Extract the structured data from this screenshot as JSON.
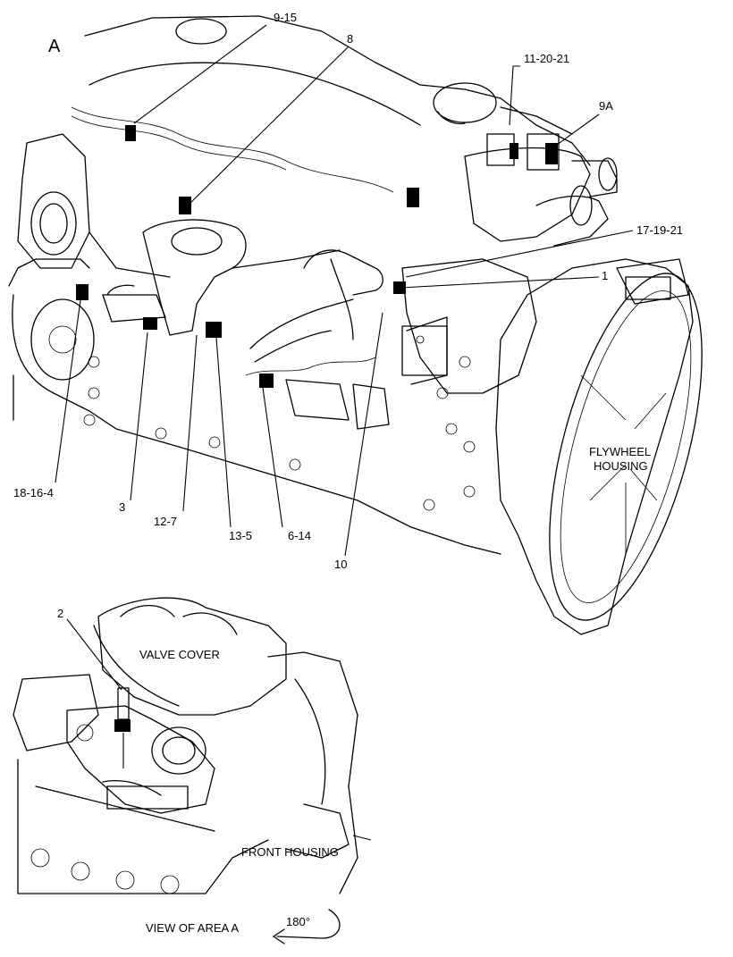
{
  "view_marker": "A",
  "callouts": [
    {
      "id": "c-9-15",
      "text": "9-15"
    },
    {
      "id": "c-8",
      "text": "8"
    },
    {
      "id": "c-11-20-21",
      "text": "11-20-21"
    },
    {
      "id": "c-9a",
      "text": "9A"
    },
    {
      "id": "c-17-19-21",
      "text": "17-19-21"
    },
    {
      "id": "c-1",
      "text": "1"
    },
    {
      "id": "c-18-16-4",
      "text": "18-16-4"
    },
    {
      "id": "c-3",
      "text": "3"
    },
    {
      "id": "c-12-7",
      "text": "12-7"
    },
    {
      "id": "c-13-5",
      "text": "13-5"
    },
    {
      "id": "c-6-14",
      "text": "6-14"
    },
    {
      "id": "c-10",
      "text": "10"
    },
    {
      "id": "c-2",
      "text": "2"
    }
  ],
  "labels": {
    "flywheel_line1": "FLYWHEEL",
    "flywheel_line2": "HOUSING",
    "valve_cover": "VALVE COVER",
    "front_housing": "FRONT HOUSING",
    "view_caption": "VIEW OF AREA  A",
    "rotation": "180°"
  }
}
